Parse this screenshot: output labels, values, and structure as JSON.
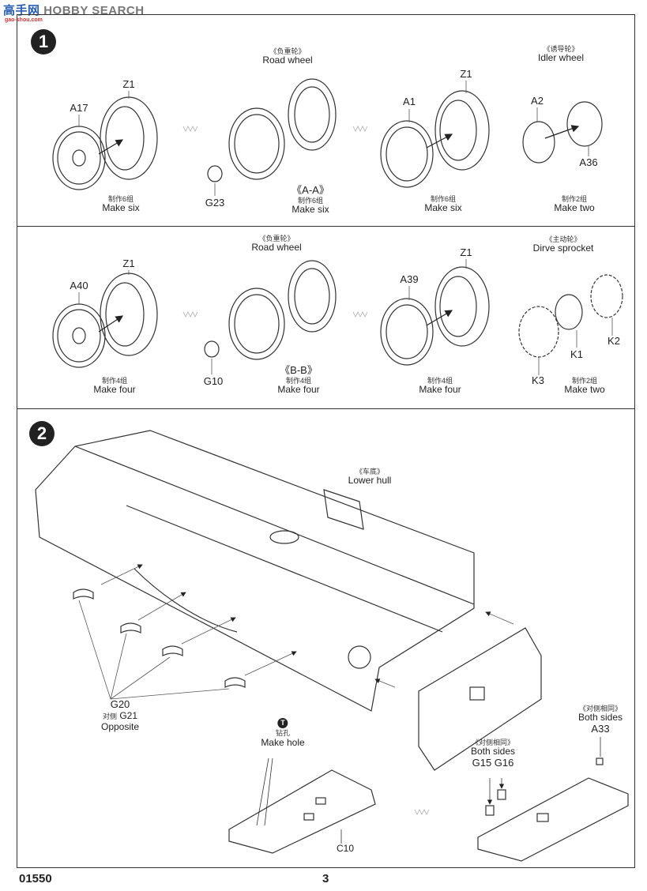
{
  "header": {
    "watermark_cn": "高手网",
    "watermark_en": "HOBBY SEARCH",
    "watermark_url": "gao-shou.com"
  },
  "step1": {
    "number": "1",
    "row1": {
      "groups": [
        {
          "parts": [
            "A17",
            "Z1"
          ],
          "qty_cn": "制作6组",
          "qty_en": "Make six"
        },
        {
          "title_cn": "《负重轮》",
          "title_en": "Road  wheel",
          "parts": [
            "G23"
          ],
          "section": "《A-A》",
          "qty_cn": "制作6组",
          "qty_en": "Make six"
        },
        {
          "parts": [
            "A1",
            "Z1"
          ],
          "qty_cn": "制作6组",
          "qty_en": "Make six"
        },
        {
          "title_cn": "《诱导轮》",
          "title_en": "Idler wheel",
          "parts": [
            "A2",
            "A36"
          ],
          "qty_cn": "制作2组",
          "qty_en": "Make two"
        }
      ]
    },
    "row2": {
      "groups": [
        {
          "parts": [
            "A40",
            "Z1"
          ],
          "qty_cn": "制作4组",
          "qty_en": "Make four"
        },
        {
          "title_cn": "《负重轮》",
          "title_en": "Road  wheel",
          "parts": [
            "G10"
          ],
          "section": "《B-B》",
          "qty_cn": "制作4组",
          "qty_en": "Make four"
        },
        {
          "parts": [
            "A39",
            "Z1"
          ],
          "qty_cn": "制作4组",
          "qty_en": "Make four"
        },
        {
          "title_cn": "《主动轮》",
          "title_en": "Dirve sprocket",
          "parts": [
            "K1",
            "K2",
            "K3"
          ],
          "qty_cn": "制作2组",
          "qty_en": "Make two"
        }
      ]
    }
  },
  "step2": {
    "number": "2",
    "lower_hull": {
      "title_cn": "《车底》",
      "title_en": "Lower hull"
    },
    "side_parts": {
      "part": "G20",
      "opposite_cn": "对侧",
      "opposite_part": "G21",
      "opposite_en": "Opposite"
    },
    "make_hole": {
      "icon": "drill-icon",
      "cn": "钻孔",
      "en": "Make hole"
    },
    "plate_part": "C10",
    "both_sides_left": {
      "cn": "《对侧相同》",
      "en": "Both sides",
      "parts": [
        "G15",
        "G16"
      ]
    },
    "both_sides_right": {
      "cn": "《对侧相同》",
      "en": "Both sides",
      "parts": [
        "A33"
      ]
    }
  },
  "footer": {
    "product_code": "01550",
    "page_number": "3"
  }
}
